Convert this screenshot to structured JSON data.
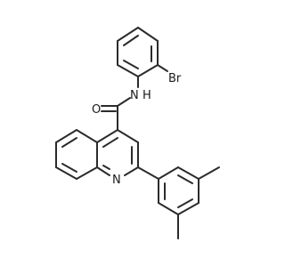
{
  "molecule": {
    "atom_labels": {
      "bromine": "Br",
      "amide_nitrogen": "N",
      "amide_hydrogen": "H",
      "amide_oxygen": "O",
      "ring_nitrogen": "N"
    }
  },
  "colors": {
    "bond": "#2b2b2b",
    "text": "#1a1a1a",
    "background": "#ffffff"
  }
}
